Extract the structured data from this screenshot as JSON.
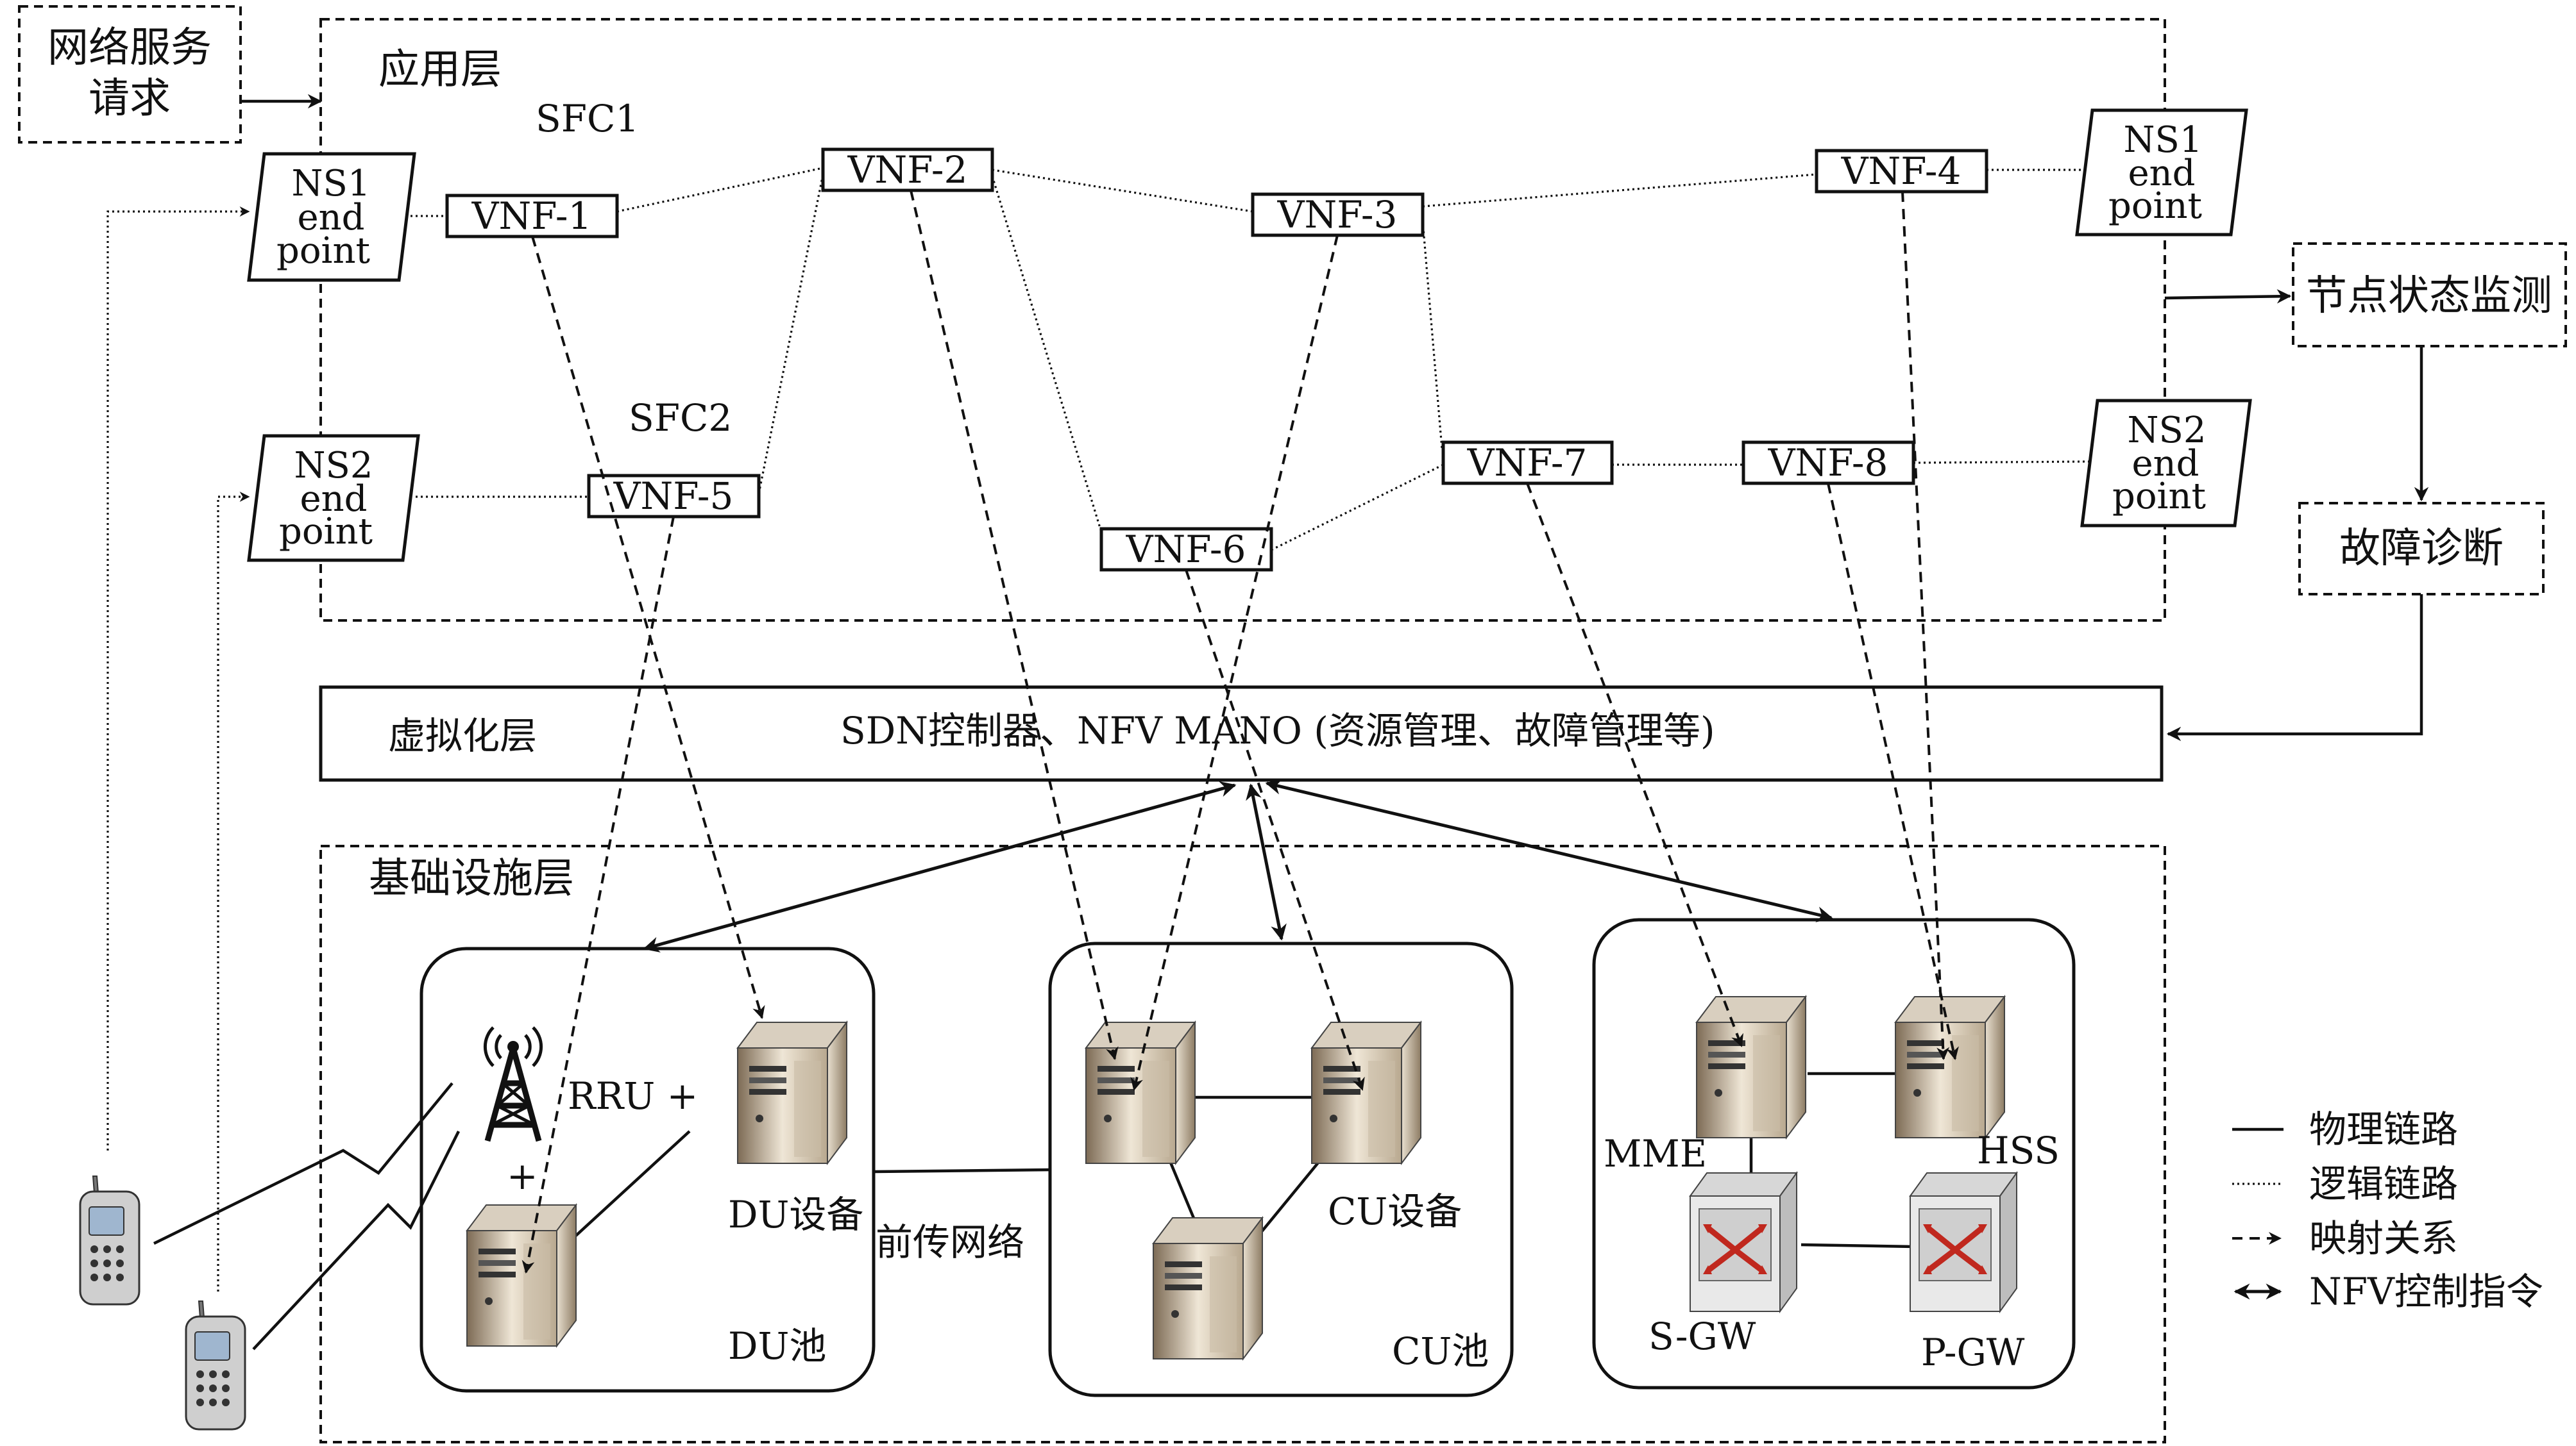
{
  "layers": {
    "application": "应用层",
    "virtualization": "虚拟化层",
    "virtualization_content": "SDN控制器、NFV MANO (资源管理、故障管理等)",
    "infrastructure": "基础设施层"
  },
  "sfc_labels": {
    "sfc1": "SFC1",
    "sfc2": "SFC2"
  },
  "request_box": {
    "line1": "网络服务",
    "line2": "请求"
  },
  "endpoints": {
    "ns1_in": [
      "NS1",
      "end",
      "point"
    ],
    "ns2_in": [
      "NS2",
      "end",
      "point"
    ],
    "ns1_out": [
      "NS1",
      "end",
      "point"
    ],
    "ns2_out": [
      "NS2",
      "end",
      "point"
    ]
  },
  "vnfs": {
    "vnf1": "VNF-1",
    "vnf2": "VNF-2",
    "vnf3": "VNF-3",
    "vnf4": "VNF-4",
    "vnf5": "VNF-5",
    "vnf6": "VNF-6",
    "vnf7": "VNF-7",
    "vnf8": "VNF-8"
  },
  "monitor": {
    "status": "节点状态监测",
    "diagnosis": "故障诊断"
  },
  "du_pool": {
    "rru_label": "RRU +",
    "plus": "+",
    "du_device": "DU设备",
    "pool": "DU池"
  },
  "fronthaul": "前传网络",
  "cu_pool": {
    "cu_device": "CU设备",
    "pool": "CU池"
  },
  "core": {
    "mme": "MME",
    "hss": "HSS",
    "sgw": "S-GW",
    "pgw": "P-GW"
  },
  "legend": {
    "physical": "物理链路",
    "logical": "逻辑链路",
    "mapping": "映射关系",
    "control": "NFV控制指令"
  }
}
